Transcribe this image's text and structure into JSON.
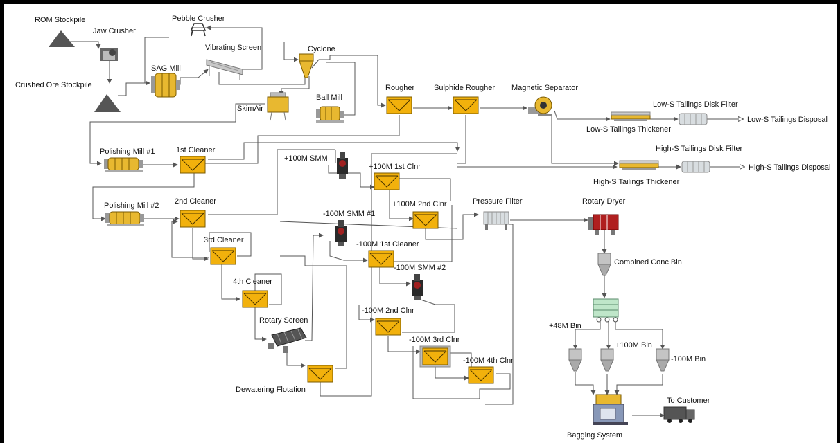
{
  "colors": {
    "flotation_cell": "#f2b10c",
    "mill": "#e8b830",
    "separator_dark": "#2a2a2a",
    "dryer": "#b02020",
    "bin": "#b8b8b8",
    "line": "#555555"
  },
  "labels": {
    "rom_stockpile": "ROM Stockpile",
    "jaw_crusher": "Jaw Crusher",
    "pebble_crusher": "Pebble Crusher",
    "crushed_ore_stockpile": "Crushed Ore Stockpile",
    "sag_mill": "SAG Mill",
    "vibrating_screen": "Vibrating Screen",
    "cyclone": "Cyclone",
    "skimair": "SkimAir",
    "ball_mill": "Ball Mill",
    "rougher": "Rougher",
    "sulphide_rougher": "Sulphide Rougher",
    "magnetic_separator": "Magnetic Separator",
    "low_s_disk_filter": "Low-S Tailings Disk Filter",
    "low_s_thickener": "Low-S Tailings Thickener",
    "low_s_disposal": "Low-S Tailings Disposal",
    "high_s_disk_filter": "High-S Tailings Disk Filter",
    "high_s_thickener": "High-S Tailings Thickener",
    "high_s_disposal": "High-S Tailings Disposal",
    "polishing_mill_1": "Polishing Mill #1",
    "cleaner_1": "1st Cleaner",
    "polishing_mill_2": "Polishing Mill #2",
    "cleaner_2": "2nd Cleaner",
    "cleaner_3": "3rd Cleaner",
    "cleaner_4": "4th Cleaner",
    "p100_smm": "+100M SMM",
    "p100_1st_clnr": "+100M 1st Clnr",
    "p100_2nd_clnr": "+100M 2nd Clnr",
    "m100_smm_1": "-100M SMM #1",
    "m100_1st_cleaner": "-100M 1st Cleaner",
    "m100_smm_2": "-100M SMM #2",
    "m100_2nd_clnr": "-100M 2nd Clnr",
    "m100_3rd_clnr": "-100M 3rd Clnr",
    "m100_4th_clnr": "-100M 4th Clnr",
    "rotary_screen": "Rotary Screen",
    "dewatering_flotation": "Dewatering Flotation",
    "pressure_filter": "Pressure Filter",
    "rotary_dryer": "Rotary Dryer",
    "combined_conc_bin": "Combined Conc Bin",
    "p48_bin": "+48M Bin",
    "p100_bin": "+100M Bin",
    "m100_bin": "-100M Bin",
    "to_customer": "To Customer",
    "bagging_system": "Bagging System"
  }
}
